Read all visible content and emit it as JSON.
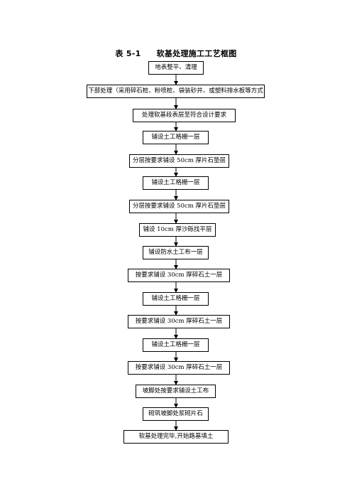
{
  "title": {
    "number": "表 5-1",
    "text": "软基处理施工工艺框图"
  },
  "steps": [
    "地表整平、清理",
    "下部处理（采用碎石桩、粉喷桩、袋装砂井、或塑料排水板等方式",
    "处理软基段表层至符合设计要求",
    "铺设土工格栅一层",
    "分层按要求铺设 50cm 厚片石垫层",
    "铺设土工格栅一层",
    "分层按要求铺设 50cm 厚片石垫层",
    "铺设 10cm 厚沙砾找平层",
    "铺设防水土工布一层",
    "按要求铺设 30cm 厚碎石土一层",
    "铺设土工格栅一层",
    "按要求铺设 30cm 厚碎石土一层",
    "铺设土工格栅一层",
    "按要求铺设 30cm 厚碎石土一层",
    "坡脚处按要求铺设土工布",
    "砌筑坡脚处浆砌片石",
    "软基处理完毕,开始路基填土"
  ]
}
